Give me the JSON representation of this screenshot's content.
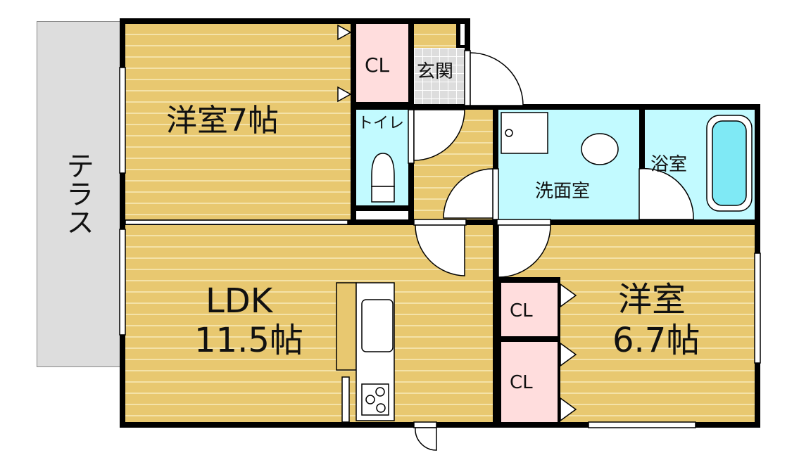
{
  "rooms": {
    "terrace": "テラス",
    "western_room_1": "洋室7帖",
    "closet_1": "CL",
    "entrance": "玄関",
    "toilet": "トイレ",
    "washroom": "洗面室",
    "bathroom": "浴室",
    "ldk_name": "LDK",
    "ldk_size": "11.5帖",
    "western_room_2_name": "洋室",
    "western_room_2_size": "6.7帖",
    "closet_2": "CL",
    "closet_3": "CL"
  },
  "colors": {
    "floor": "#E8C870",
    "wet_area": "#C2FAFF",
    "closet": "#FFDDDD",
    "terrace": "#DDDDDD"
  }
}
